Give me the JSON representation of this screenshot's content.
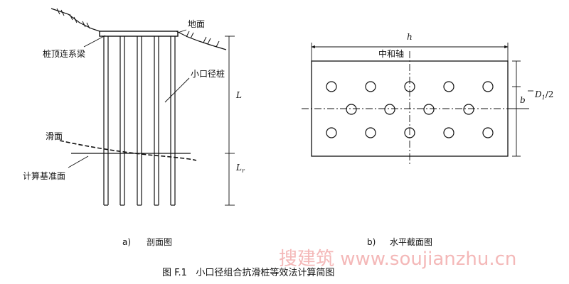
{
  "section_view": {
    "labels": {
      "ground": "地面",
      "cap_beam": "桩顶连系梁",
      "small_pile": "小口径桩",
      "slip_surface": "滑面",
      "calc_datum": "计算基准面"
    },
    "dims": {
      "L": "L",
      "Lr": "L",
      "Lr_sub": "r"
    },
    "pile_count": 5,
    "caption_index": "a)",
    "caption_text": "剖面图"
  },
  "plan_view": {
    "labels": {
      "h": "h",
      "neutral_axis": "中和轴",
      "b": "b",
      "D1_over_2": "D",
      "D1_sub": "1",
      "D1_tail": "/2"
    },
    "pile_rows": [
      5,
      4,
      5
    ],
    "caption_index": "b)",
    "caption_text": "水平截面图"
  },
  "figure_caption": "图 F.1   小口径组合抗滑桩等效法计算简图",
  "watermark": "搜建筑 www.soujianzhu.cn",
  "colors": {
    "line": "#111111",
    "watermark": "#f4b8b8",
    "background": "#ffffff"
  }
}
